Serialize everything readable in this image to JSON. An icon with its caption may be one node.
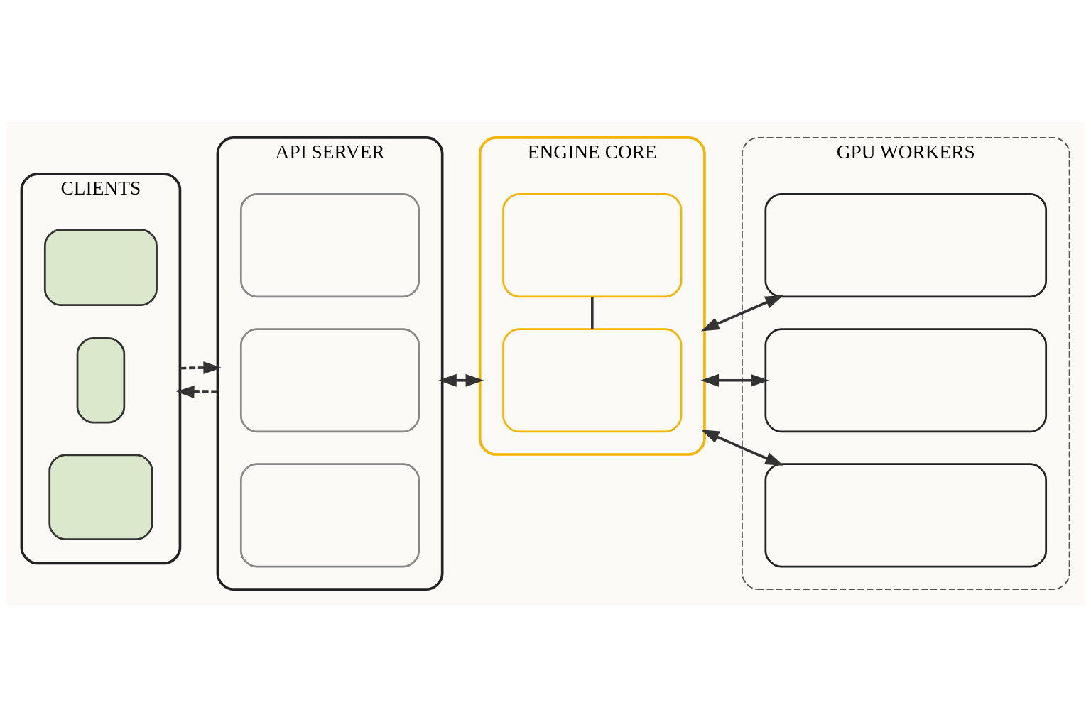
{
  "diagram": {
    "nodes": [
      {
        "text": [
          "CLIENTS"
        ]
      },
      {
        "text": [],
        "shape": "laptop",
        "in": 0
      },
      {
        "text": [],
        "shape": "phone",
        "in": 0
      },
      {
        "text": [],
        "shape": "monitor",
        "in": 0
      },
      {
        "text": [
          "API SERVER"
        ]
      },
      {
        "text": [],
        "shape": "box",
        "in": 4
      },
      {
        "text": [],
        "shape": "box",
        "in": 4
      },
      {
        "text": [],
        "shape": "box",
        "in": 4
      },
      {
        "text": [
          "ENGINE CORE"
        ]
      },
      {
        "text": [],
        "shape": "box",
        "in": 8
      },
      {
        "text": [],
        "shape": "box",
        "in": 8
      },
      {
        "text": [
          "GPU WORKERS"
        ]
      },
      {
        "text": [],
        "shape": "box",
        "in": 11
      },
      {
        "text": [],
        "shape": "box",
        "in": 11
      },
      {
        "text": [],
        "shape": "box",
        "in": 11
      }
    ],
    "edges": [
      {
        "from": 0,
        "to": 4,
        "arrow": "to",
        "style": "dashed"
      },
      {
        "from": 4,
        "to": 0,
        "arrow": "to",
        "style": "dashed"
      },
      {
        "from": 4,
        "to": 8,
        "arrow": "both"
      },
      {
        "from": 9,
        "to": 10,
        "arrow": "none"
      },
      {
        "from": 8,
        "to": 12,
        "arrow": "both"
      },
      {
        "from": 8,
        "to": 13,
        "arrow": "both"
      },
      {
        "from": 8,
        "to": 14,
        "arrow": "both"
      }
    ]
  }
}
